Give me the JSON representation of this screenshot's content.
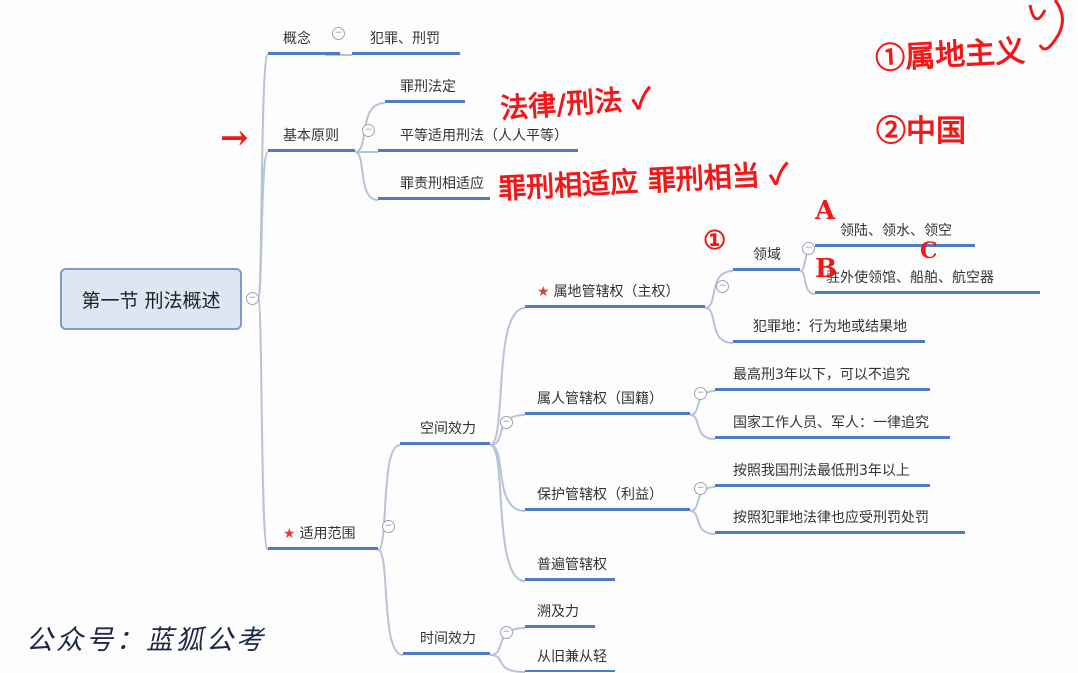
{
  "root": {
    "label": "第一节 刑法概述"
  },
  "concept": {
    "label": "概念",
    "child": "犯罪、刑罚"
  },
  "principles": {
    "label": "基本原则",
    "children": [
      "罪刑法定",
      "平等适用刑法（人人平等）",
      "罪责刑相适应"
    ]
  },
  "scope": {
    "label": "适用范围",
    "starred": true,
    "space": {
      "label": "空间效力",
      "territorial": {
        "label": "属地管辖权（主权）",
        "starred": true,
        "domain": {
          "label": "领域",
          "children": [
            "领陆、领水、领空",
            "驻外使领馆、船舶、航空器"
          ]
        },
        "crime_place": "犯罪地：行为地或结果地"
      },
      "personal": {
        "label": "属人管辖权（国籍）",
        "children": [
          "最高刑3年以下，可以不追究",
          "国家工作人员、军人：一律追究"
        ]
      },
      "protective": {
        "label": "保护管辖权（利益）",
        "children": [
          "按照我国刑法最低刑3年以上",
          "按照犯罪地法律也应受刑罚处罚"
        ]
      },
      "universal": {
        "label": "普遍管辖权"
      }
    },
    "time": {
      "label": "时间效力",
      "children": [
        "溯及力",
        "从旧兼从轻"
      ]
    }
  },
  "annotations": {
    "law": "法律/刑法 ✓",
    "proportion": "罪刑相适应 罪刑相当 ✓",
    "circle1": "①",
    "a": "A",
    "b": "B",
    "c": "C",
    "principle1": "①属地主义",
    "principle2": "②中国",
    "arrow": "→"
  },
  "watermark": "公众号：蓝狐公考",
  "colors": {
    "underline": "#4f7cc0",
    "annotation": "#f01818",
    "star": "#e23b3b"
  }
}
